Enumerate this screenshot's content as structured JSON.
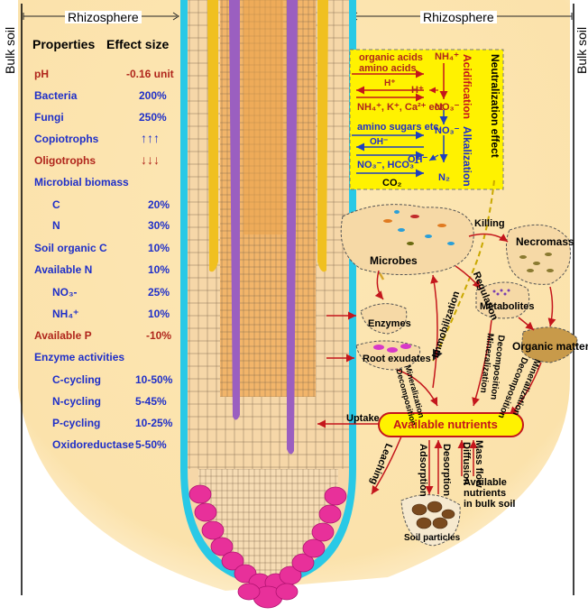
{
  "header": {
    "bulk_soil_left": "Bulk soil",
    "bulk_soil_right": "Bulk soil",
    "rhizosphere_left": "Rhizosphere",
    "rhizosphere_right": "Rhizosphere"
  },
  "table": {
    "col_properties": "Properties",
    "col_effect": "Effect size",
    "rows": [
      {
        "label": "pH",
        "value": "-0.16 unit"
      },
      {
        "label": "Bacteria",
        "value": "200%"
      },
      {
        "label": "Fungi",
        "value": "250%"
      },
      {
        "label": "Copiotrophs",
        "value": "↑↑↑"
      },
      {
        "label": "Oligotrophs",
        "value": "↓↓↓"
      },
      {
        "label": "Microbial biomass",
        "value": ""
      },
      {
        "label": "C",
        "value": "20%"
      },
      {
        "label": "N",
        "value": "30%"
      },
      {
        "label": "Soil organic C",
        "value": "10%"
      },
      {
        "label": "Available N",
        "value": "10%"
      },
      {
        "label": "NO₃-",
        "value": "25%"
      },
      {
        "label": "NH₄⁺",
        "value": "10%"
      },
      {
        "label": "Available P",
        "value": "-10%"
      },
      {
        "label": "Enzyme activities",
        "value": ""
      },
      {
        "label": "C-cycling",
        "value": "10-50%"
      },
      {
        "label": "N-cycling",
        "value": "5-45%"
      },
      {
        "label": "P-cycling",
        "value": "10-25%"
      },
      {
        "label": "Oxidoreductase",
        "value": "5-50%"
      }
    ]
  },
  "yellow_box": {
    "organic_acids": "organic acids",
    "amino_acids": "amino acids",
    "h_plus_left": "H⁺",
    "cations": "NH₄⁺, K⁺, Ca²⁺ ect.",
    "amino_sugars": "amino sugars etc.",
    "oh_left": "OH⁻",
    "no3_hco3": "NO₃⁻, HCO₃⁻",
    "co2": "CO₂",
    "nh4": "NH₄⁺",
    "h_plus_right": "H⁺",
    "no3_a": "NO₃⁻",
    "no3_b": "NO₃⁻",
    "oh_right": "OH⁻",
    "n2": "N₂",
    "acidification": "Acidification",
    "alkalization": "Alkalization",
    "neutralization": "Neutralization effect"
  },
  "nodes": {
    "microbes": "Microbes",
    "killing": "Killing",
    "necromass": "Necromass",
    "regulation": "Regulation",
    "metabolites": "Metabolites",
    "enzymes": "Enzymes",
    "immobilization": "Immobilization",
    "root_exudates": "Root exudates",
    "organic_matter": "Organic matter",
    "mineral_decomp_1": "Mineralization",
    "mineral_decomp_1b": "Decomposition",
    "mineral_decomp_2": "Mineralization",
    "mineral_decomp_2b": "Decomposition",
    "mineral_decomp_3": "Mineralization",
    "mineral_decomp_3b": "Decomposition",
    "uptake": "Uptake",
    "available_nutrients": "Available nutrients",
    "leaching": "Leaching",
    "adsorption": "Adsorption",
    "desorption": "Desorption",
    "diffusion": "Diffusion",
    "mass_flow": "Mass flow",
    "bulk_nutrients_1": "Available",
    "bulk_nutrients_2": "nutrients",
    "bulk_nutrients_3": "in bulk soil",
    "soil_particles": "Soil particles"
  },
  "colors": {
    "rhizosphere": "#fbe8b8",
    "yellow_box": "#fff200",
    "cortex": "#f6d7a8",
    "stele": "#f2b56a",
    "xylem": "#9b5fc0",
    "phloem": "#f0c020",
    "epidermis": "#29c9e6",
    "root_cap": "#e8309a",
    "label_blue": "#1f2fc9",
    "label_red": "#b0261c",
    "arrow_red": "#c4161c",
    "arrow_blue": "#1e3fbf"
  }
}
